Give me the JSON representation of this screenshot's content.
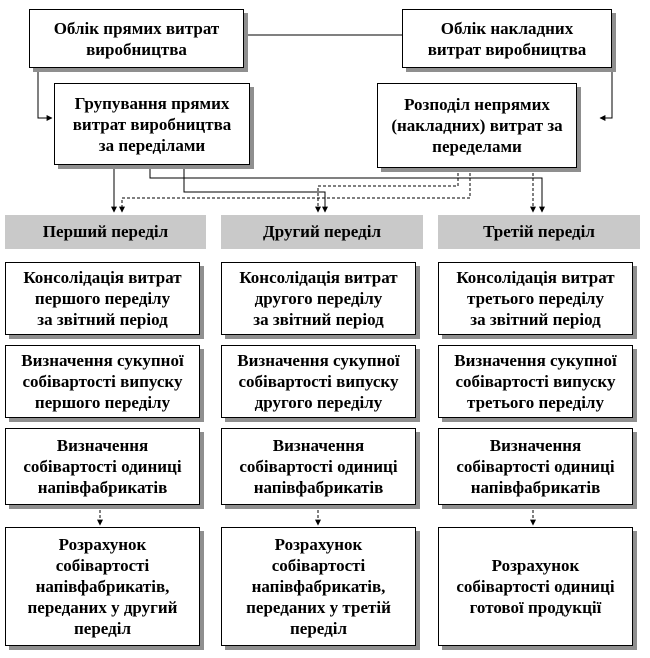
{
  "top": {
    "direct_accounting": "Облік прямих витрат\nвиробництва",
    "overhead_accounting": "Облік накладних\nвитрат виробництва",
    "direct_grouping": "Групування прямих\nвитрат виробництва\nза переділами",
    "indirect_distribution": "Розподіл непрямих\n(накладних) витрат за\nпеределами"
  },
  "stages": [
    {
      "header": "Перший переділ",
      "consolidation": "Консолідація витрат\nпершого переділу\nза  звітний період",
      "total_cost": "Визначення сукупної\nсобівартості випуску\nпершого переділу",
      "unit_cost": "Визначення\nсобівартості одиниці\nнапівфабрикатів",
      "calculation": "Розрахунок\nсобівартості\nнапівфабрикатів,\nпереданих у другий\nпереділ"
    },
    {
      "header": "Другий переділ",
      "consolidation": "Консолідація витрат\nдругого переділу\nза  звітний період",
      "total_cost": "Визначення сукупної\nсобівартості випуску\nдругого переділу",
      "unit_cost": "Визначення\nсобівартості одиниці\nнапівфабрикатів",
      "calculation": "Розрахунок\nсобівартості\nнапівфабрикатів,\nпереданих у третій\nпереділ"
    },
    {
      "header": "Третій переділ",
      "consolidation": "Консолідація витрат\nтретього переділу\nза  звітний період",
      "total_cost": "Визначення сукупної\nсобівартості випуску\nтретього переділу",
      "unit_cost": "Визначення\nсобівартості одиниці\nнапівфабрикатів",
      "calculation": "Розрахунок\nсобівартості одиниці\nготової продукції"
    }
  ]
}
